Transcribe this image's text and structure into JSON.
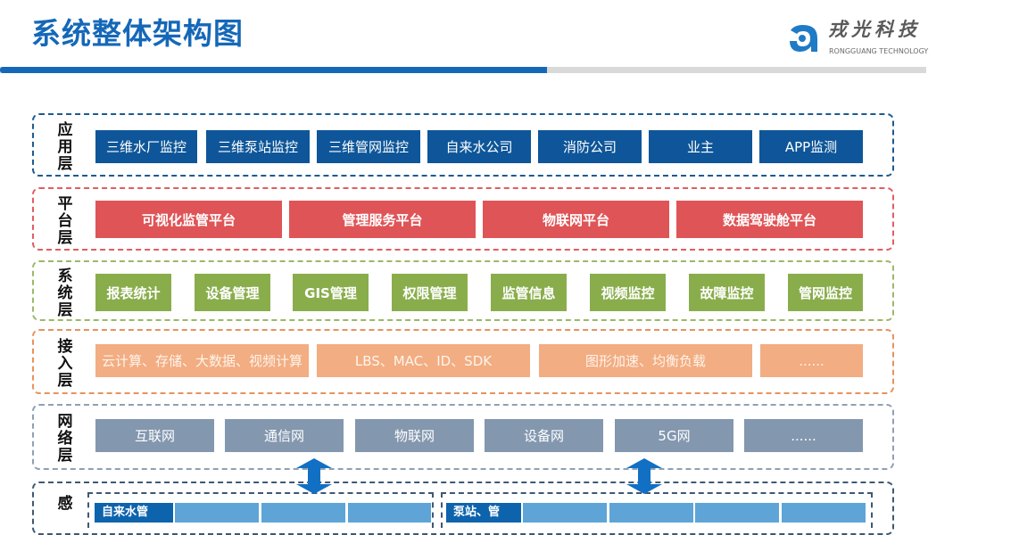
{
  "header": {
    "title": "系统整体架构图",
    "progress_percent": 59,
    "logo": {
      "name_cn": "戎光科技",
      "name_en": "RONGGUANG TECHNOLOGY",
      "icon": "rongguang-logo-icon"
    }
  },
  "colors": {
    "title_blue": "#1568b8",
    "app": "#0e5699",
    "platform": "#df5457",
    "system": "#8aad4c",
    "access": "#f2ad82",
    "network": "#8397af",
    "perception": "#5ea4d6"
  },
  "layers": {
    "application": {
      "label": "应用层",
      "items": [
        "三维水厂监控",
        "三维泵站监控",
        "三维管网监控",
        "自来水公司",
        "消防公司",
        "业主",
        "APP监测"
      ]
    },
    "platform": {
      "label": "平台层",
      "items": [
        "可视化监管平台",
        "管理服务平台",
        "物联网平台",
        "数据驾驶舱平台"
      ]
    },
    "system": {
      "label": "系统层",
      "items": [
        "报表统计",
        "设备管理",
        "GIS管理",
        "权限管理",
        "监管信息",
        "视频监控",
        "故障监控",
        "管网监控"
      ]
    },
    "access": {
      "label": "接入层",
      "items": [
        "云计算、存储、大数据、视频计算",
        "LBS、MAC、ID、SDK",
        "图形加速、均衡负载",
        "......"
      ]
    },
    "network": {
      "label": "网络层",
      "items": [
        "互联网",
        "通信网",
        "物联网",
        "设备网",
        "5G网",
        "......"
      ]
    },
    "perception": {
      "label": "感",
      "groups": [
        {
          "title": "自来水管"
        },
        {
          "title": "泵站、管"
        }
      ]
    }
  }
}
